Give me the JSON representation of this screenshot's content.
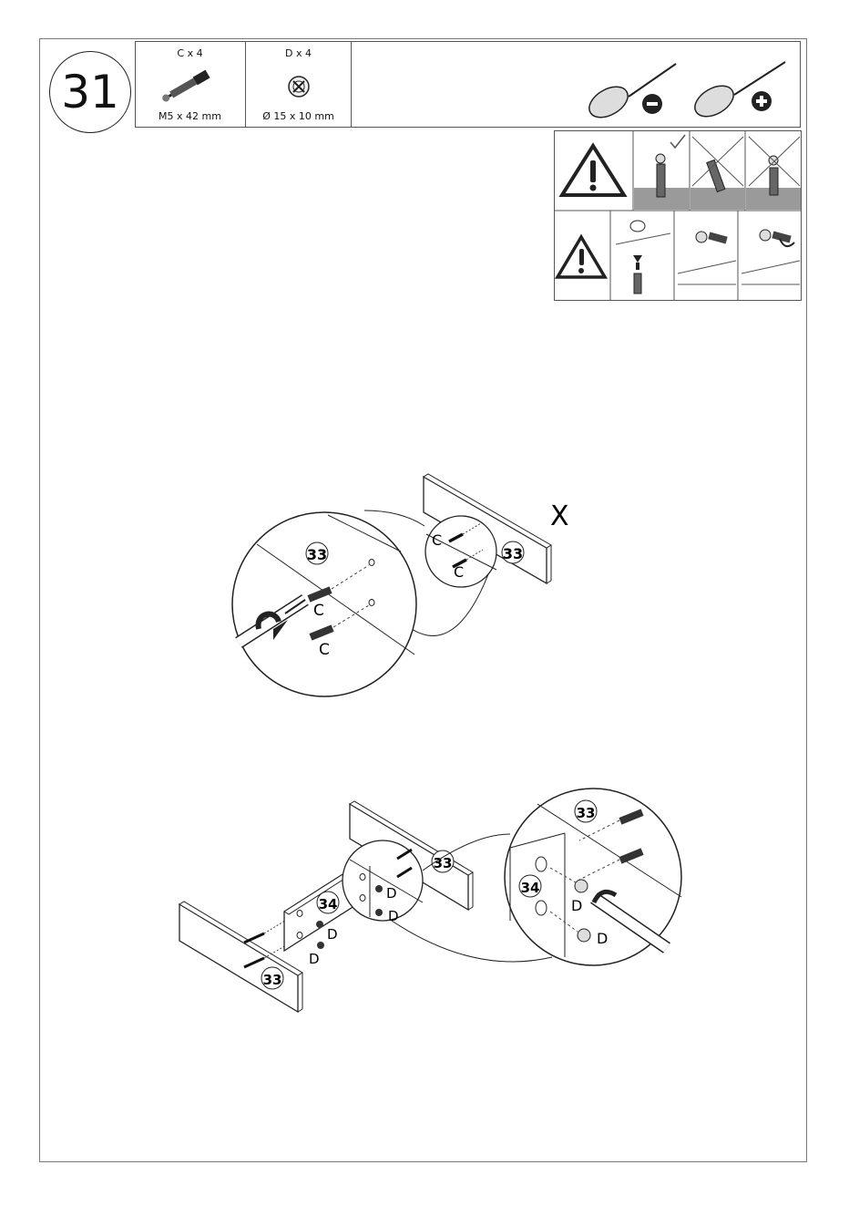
{
  "step": {
    "number": "31"
  },
  "hardware": [
    {
      "id": "C",
      "quantity_label": "C x 4",
      "size_label": "M5  x 42 mm",
      "icon": "cam-bolt-icon"
    },
    {
      "id": "D",
      "quantity_label": "D x 4",
      "size_label": "Ø 15 x 10 mm",
      "icon": "cam-lock-nut-icon"
    }
  ],
  "tools": [
    {
      "name": "flathead-screwdriver-icon",
      "symbol": "−"
    },
    {
      "name": "phillips-screwdriver-icon",
      "symbol": "+"
    }
  ],
  "diagram": {
    "top": {
      "panel_label": "33",
      "detail_panel_label": "33",
      "part_labels": [
        "C",
        "C"
      ],
      "detail_part_labels": [
        "C",
        "C"
      ],
      "wrong_mark": "X"
    },
    "bottom": {
      "panel_labels": [
        "33",
        "34",
        "33"
      ],
      "part_labels": [
        "D",
        "D",
        "D",
        "D"
      ],
      "detail_panel_labels": [
        "33",
        "34"
      ],
      "detail_part_labels": [
        "D",
        "D"
      ]
    }
  }
}
